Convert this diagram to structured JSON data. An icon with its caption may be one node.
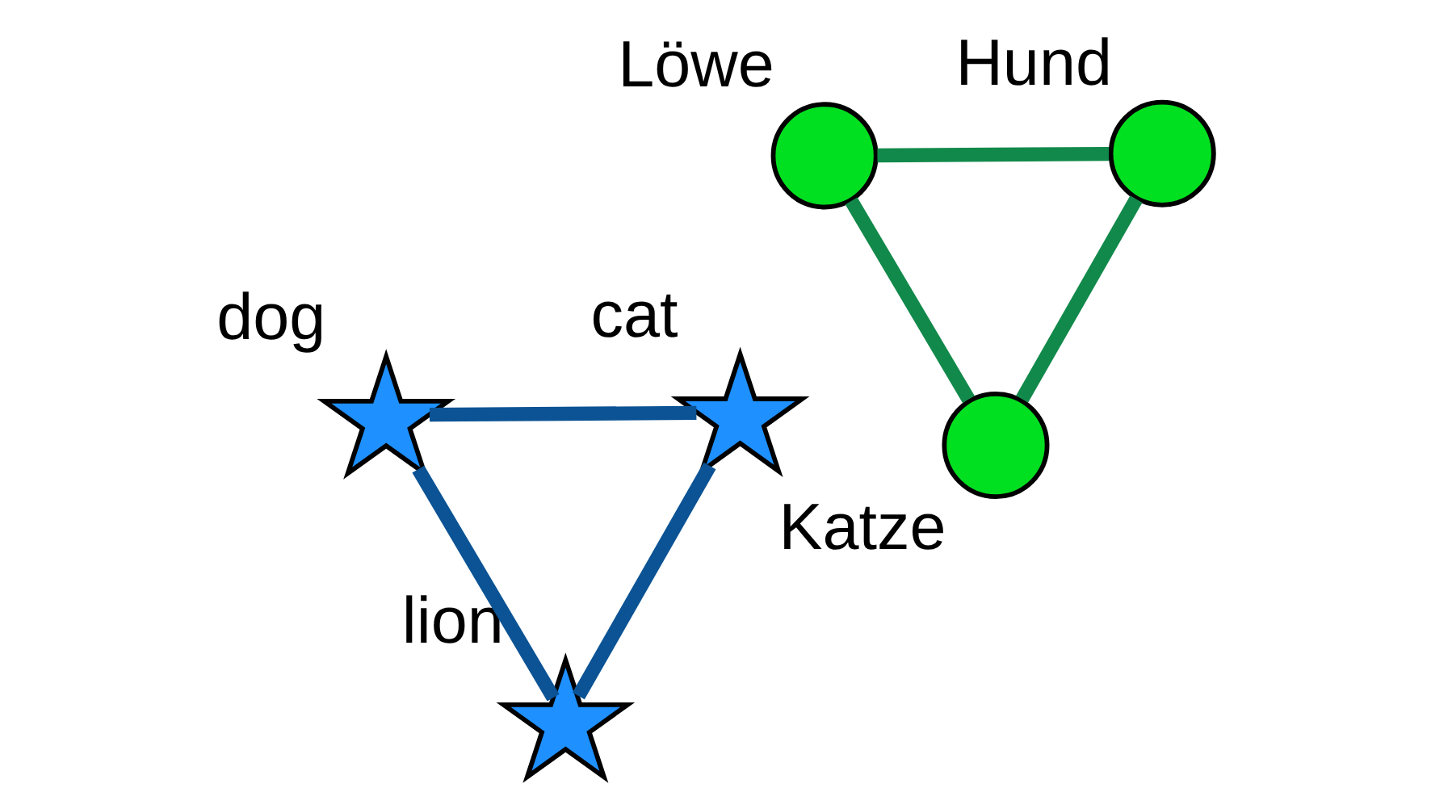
{
  "diagram": {
    "nodes": [
      {
        "text": [],
        "shape": "star",
        "beside": [
          "dog"
        ]
      },
      {
        "text": [],
        "shape": "star",
        "beside": [
          "cat"
        ]
      },
      {
        "text": [],
        "shape": "star",
        "beside": [
          "lion"
        ]
      },
      {
        "text": [],
        "shape": "circle",
        "beside": [
          "Löwe"
        ]
      },
      {
        "text": [],
        "shape": "circle",
        "beside": [
          "Hund"
        ]
      },
      {
        "text": [],
        "shape": "circle",
        "beside": [
          "Katze"
        ]
      }
    ],
    "edges": [
      {
        "from": 0,
        "to": 1,
        "arrow": "none",
        "color": "#0b5394"
      },
      {
        "from": 0,
        "to": 2,
        "arrow": "none",
        "color": "#0b5394"
      },
      {
        "from": 1,
        "to": 2,
        "arrow": "none",
        "color": "#0b5394"
      },
      {
        "from": 3,
        "to": 4,
        "arrow": "none",
        "color": "#11894a"
      },
      {
        "from": 3,
        "to": 5,
        "arrow": "none",
        "color": "#11894a"
      },
      {
        "from": 4,
        "to": 5,
        "arrow": "none",
        "color": "#11894a"
      }
    ]
  }
}
